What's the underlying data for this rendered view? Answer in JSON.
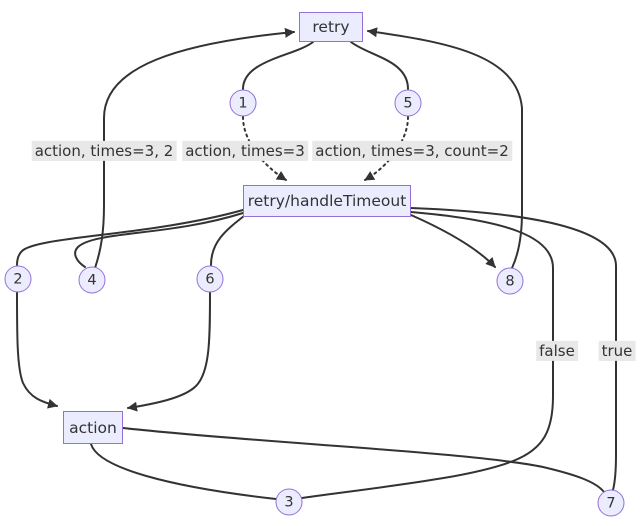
{
  "nodes": {
    "retry": {
      "label": "retry"
    },
    "handler": {
      "label": "retry/handleTimeout"
    },
    "action": {
      "label": "action"
    }
  },
  "markers": {
    "m1": "1",
    "m2": "2",
    "m3": "3",
    "m4": "4",
    "m5": "5",
    "m6": "6",
    "m7": "7",
    "m8": "8"
  },
  "edge_labels": {
    "return_first": "action, times=3, 2",
    "call_first": "action, times=3",
    "call_second": "action, times=3, count=2",
    "false_branch": "false",
    "true_branch": "true"
  },
  "edges": [
    {
      "from": "retry",
      "to": "retry/handleTimeout",
      "via_marker": "1",
      "label": "action, times=3",
      "style": "solid-then-dotted"
    },
    {
      "from": "retry/handleTimeout",
      "to": "action",
      "via_marker": "2",
      "label": "",
      "style": "solid"
    },
    {
      "from": "action",
      "to": "retry/handleTimeout",
      "via_marker": "3",
      "label": "false",
      "style": "solid"
    },
    {
      "from": "retry/handleTimeout",
      "to": "retry",
      "via_marker": "4",
      "label": "action, times=3, 2",
      "style": "solid"
    },
    {
      "from": "retry",
      "to": "retry/handleTimeout",
      "via_marker": "5",
      "label": "action, times=3, count=2",
      "style": "solid-then-dotted"
    },
    {
      "from": "retry/handleTimeout",
      "to": "action",
      "via_marker": "6",
      "label": "",
      "style": "solid"
    },
    {
      "from": "action",
      "to": "retry/handleTimeout",
      "via_marker": "7",
      "label": "true",
      "style": "solid"
    },
    {
      "from": "retry/handleTimeout",
      "to": "retry",
      "via_marker": "8",
      "label": "",
      "style": "solid"
    }
  ],
  "colors": {
    "node_fill": "#ECECFF",
    "node_border": "#9370DB",
    "edge": "#333333",
    "label_bg": "#e8e8e8",
    "text": "#333333",
    "background": "#ffffff"
  }
}
